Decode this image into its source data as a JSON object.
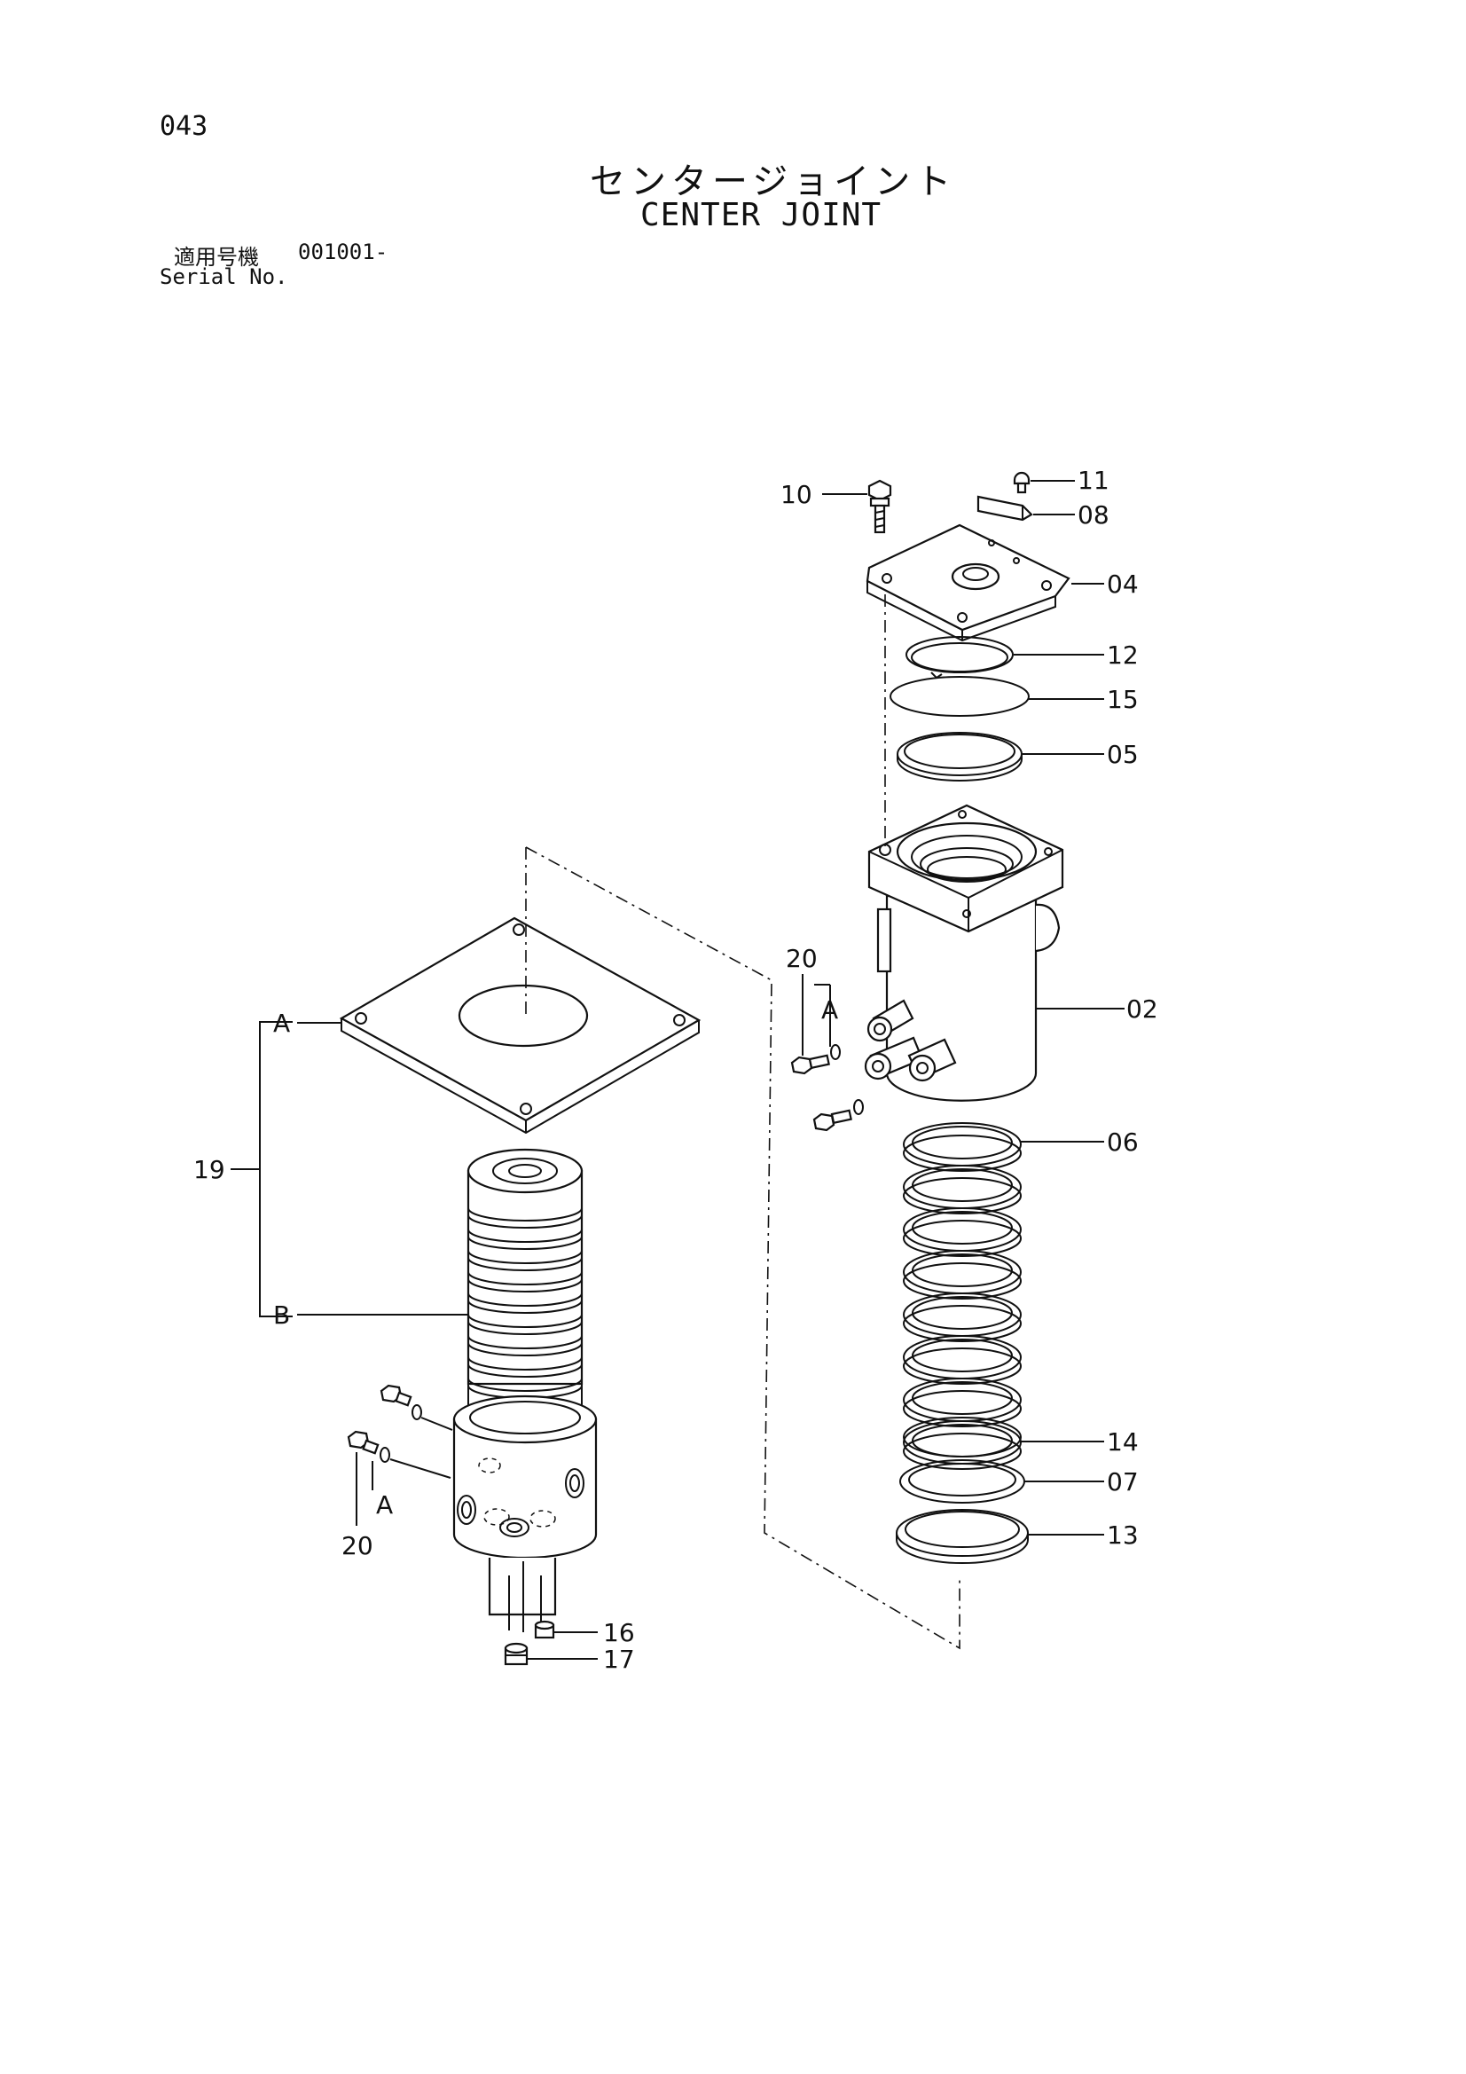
{
  "header": {
    "page_number": "043",
    "title_jp": "センタージョイント",
    "title_en": "CENTER JOINT",
    "serial_label_jp": "適用号機",
    "serial_value": "001001-",
    "serial_label_en": "Serial No."
  },
  "callouts": [
    {
      "id": "c10",
      "label": "10"
    },
    {
      "id": "c11",
      "label": "11"
    },
    {
      "id": "c08",
      "label": "08"
    },
    {
      "id": "c04",
      "label": "04"
    },
    {
      "id": "c12",
      "label": "12"
    },
    {
      "id": "c15",
      "label": "15"
    },
    {
      "id": "c05",
      "label": "05"
    },
    {
      "id": "c02",
      "label": "02"
    },
    {
      "id": "c20a",
      "label": "20"
    },
    {
      "id": "cAa",
      "label": "A"
    },
    {
      "id": "c06",
      "label": "06"
    },
    {
      "id": "c14",
      "label": "14"
    },
    {
      "id": "c07",
      "label": "07"
    },
    {
      "id": "c13",
      "label": "13"
    },
    {
      "id": "c19",
      "label": "19"
    },
    {
      "id": "cA",
      "label": "A"
    },
    {
      "id": "cB",
      "label": "B"
    },
    {
      "id": "cAb",
      "label": "A"
    },
    {
      "id": "c20b",
      "label": "20"
    },
    {
      "id": "c16",
      "label": "16"
    },
    {
      "id": "c17",
      "label": "17"
    }
  ]
}
